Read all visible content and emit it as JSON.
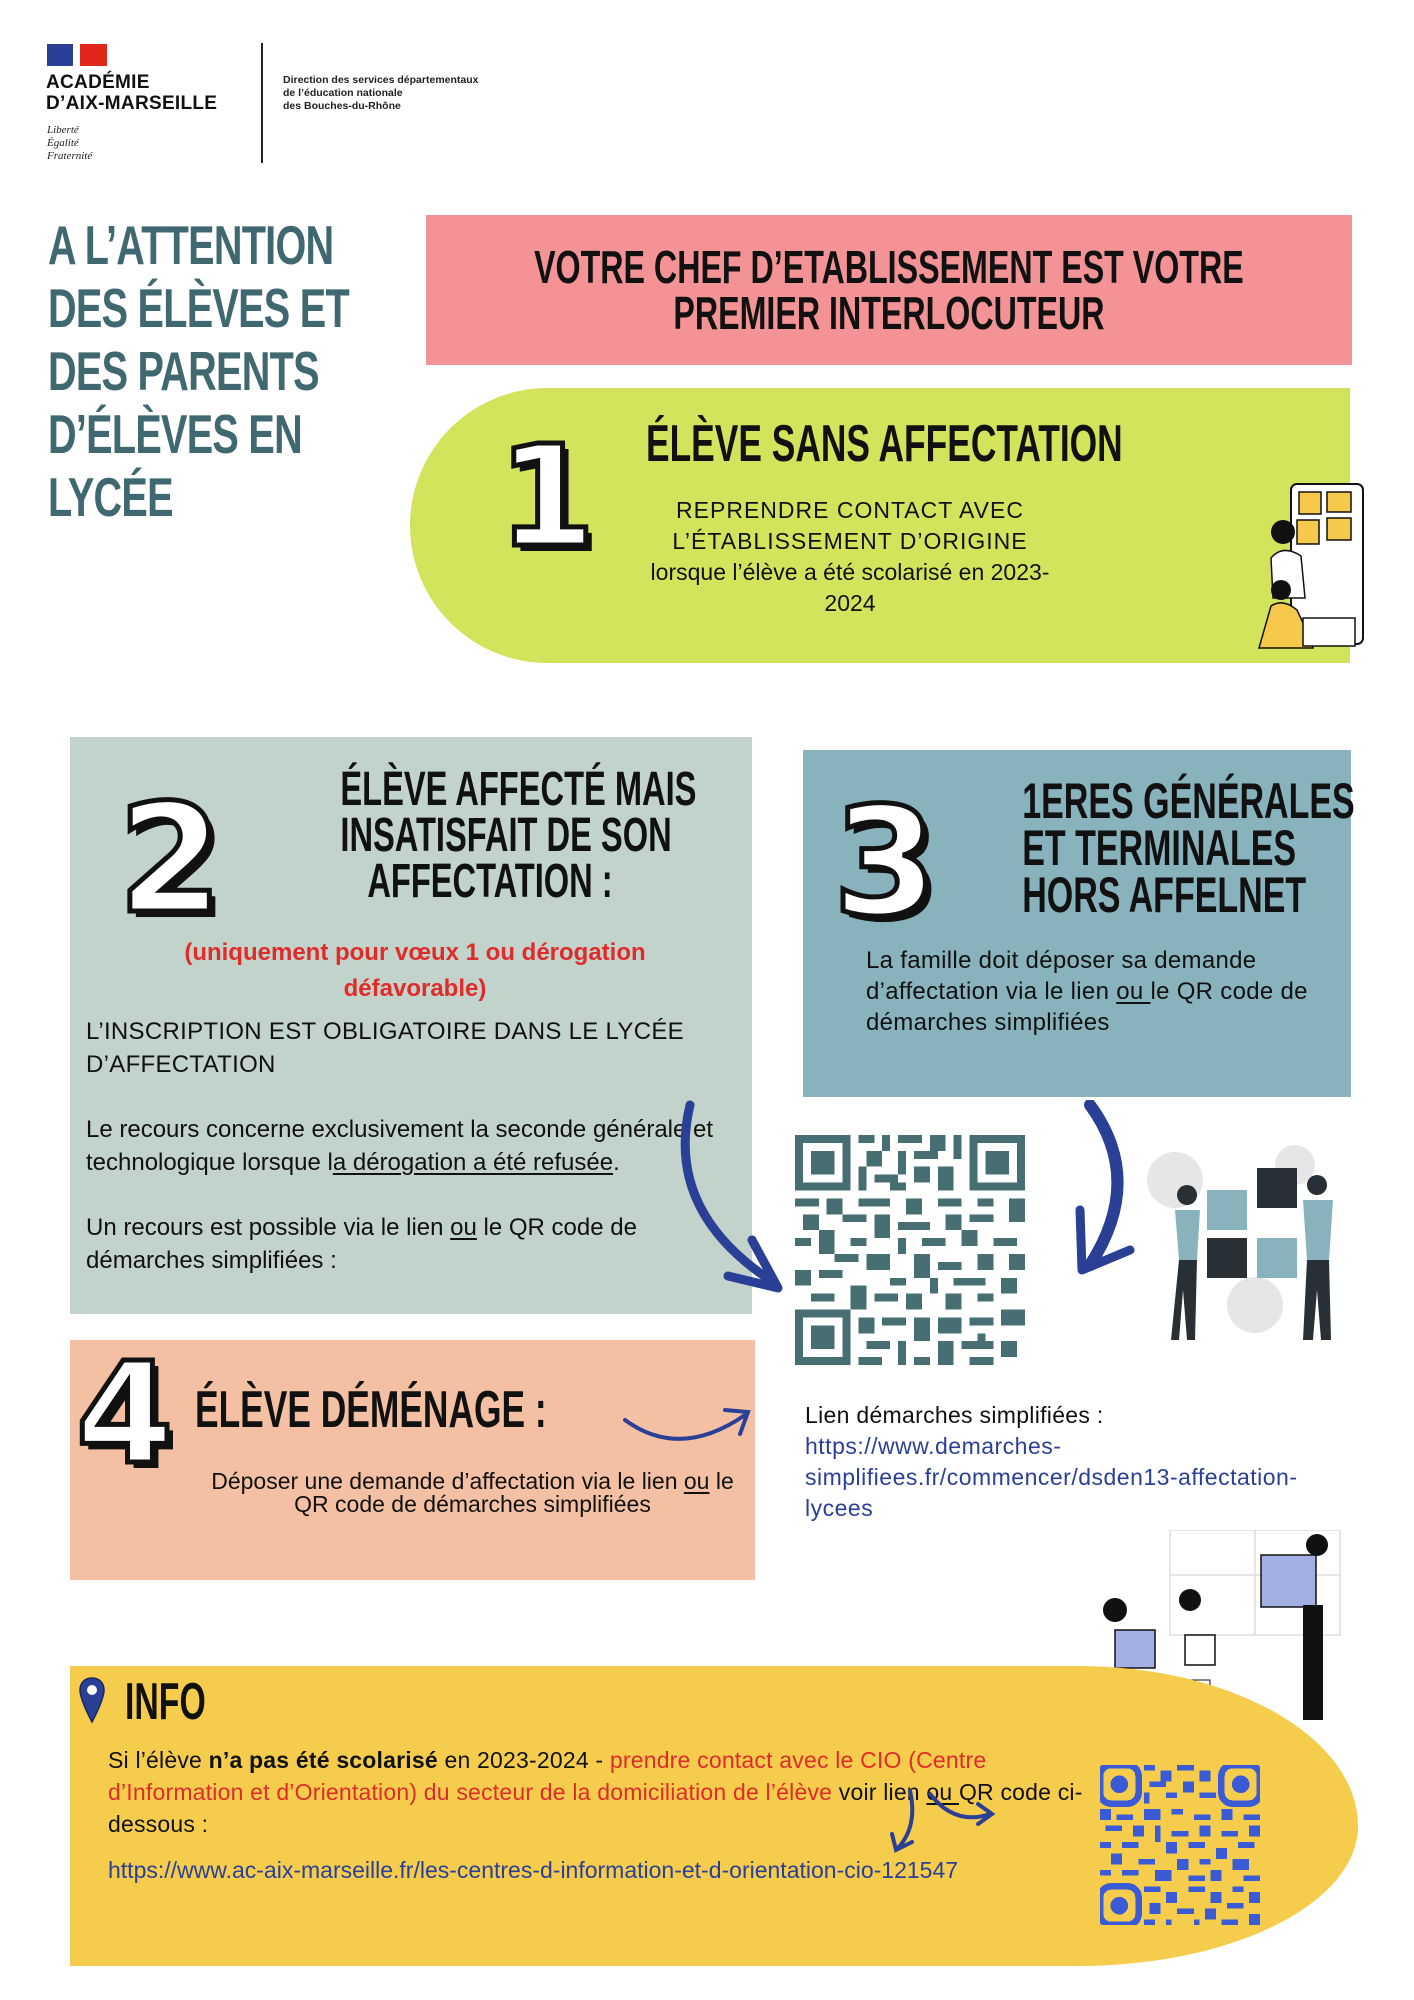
{
  "header": {
    "academy_line1": "ACADÉMIE",
    "academy_line2": "D’AIX-MARSEILLE",
    "motto": [
      "Liberté",
      "Égalité",
      "Fraternité"
    ],
    "dsden_lines": [
      "Direction des services départementaux",
      "de l’éducation nationale",
      "des Bouches-du-Rhône"
    ]
  },
  "audience_title": [
    "A L’ATTENTION",
    "DES ÉLÈVES ET",
    "DES PARENTS",
    "D’ÉLÈVES EN",
    "LYCÉE"
  ],
  "banner": {
    "line1": "VOTRE CHEF D’ETABLISSEMENT EST VOTRE",
    "line2": "PREMIER INTERLOCUTEUR",
    "color": "#f39395"
  },
  "card1": {
    "number": "1",
    "title": "ÉLÈVE SANS AFFECTATION",
    "line1": "REPRENDRE CONTACT AVEC",
    "line2": "L’ÉTABLISSEMENT D’ORIGINE",
    "line3": "lorsque l’élève a été scolarisé en 2023-",
    "line4": "2024",
    "color": "#d4e35c"
  },
  "card2": {
    "number": "2",
    "title_lines": [
      "ÉLÈVE AFFECTÉ MAIS",
      "INSATISFAIT DE SON",
      "AFFECTATION  :"
    ],
    "note": "(uniquement pour vœux 1 ou dérogation défavorable)",
    "para1": "L’INSCRIPTION EST OBLIGATOIRE DANS LE LYCÉE D’AFFECTATION",
    "para2_pre": "Le recours concerne exclusivement la seconde générale et technologique lorsque l",
    "para2_u": "a dérogation a été refusée",
    "para2_post": ".",
    "para3_pre": "Un recours est possible via le lien ",
    "para3_u": "ou",
    "para3_post": " le QR code de démarches simplifiées :",
    "color": "#c1d3ca"
  },
  "card3": {
    "number": "3",
    "title_lines": [
      "1ERES GÉNÉRALES",
      "ET TERMINALES",
      "HORS AFFELNET"
    ],
    "body_pre": "La famille doit déposer sa demande d’affectation via  le lien ",
    "body_u": "ou ",
    "body_post": "le QR code de démarches simplifiées",
    "color": "#89b3bc"
  },
  "card4": {
    "number": "4",
    "title": "ÉLÈVE DÉMÉNAGE :",
    "body_pre": "Déposer une demande d’affectation via le lien ",
    "body_u": "ou",
    "body_post": " le QR code de démarches simplifiées",
    "color": "#f4c0a3"
  },
  "link_block": {
    "label": "Lien démarches simplifiées :",
    "url": "https://www.demarches-simplifiees.fr/commencer/dsden13-affectation-lycees"
  },
  "info": {
    "title": "INFO",
    "t1": "Si l’élève ",
    "t2_bold": "n’a pas été scolarisé",
    "t3": " en 2023-2024 - ",
    "t4_red": "prendre contact avec le CIO (Centre d’Information et d’Orientation) du secteur de la domiciliation de l’élève",
    "t5": " voir lien ",
    "t6_u": "ou ",
    "t7": "QR code ci-dessous :",
    "url": "https://www.ac-aix-marseille.fr/les-centres-d-information-et-d-orientation-cio-121547",
    "color": "#f6cc4d"
  },
  "colors": {
    "title_teal": "#3f6870",
    "link_blue": "#2a3f96",
    "alert_red": "#e02b2b",
    "qr1": "#476f73",
    "qr2": "#3b5bd6"
  }
}
